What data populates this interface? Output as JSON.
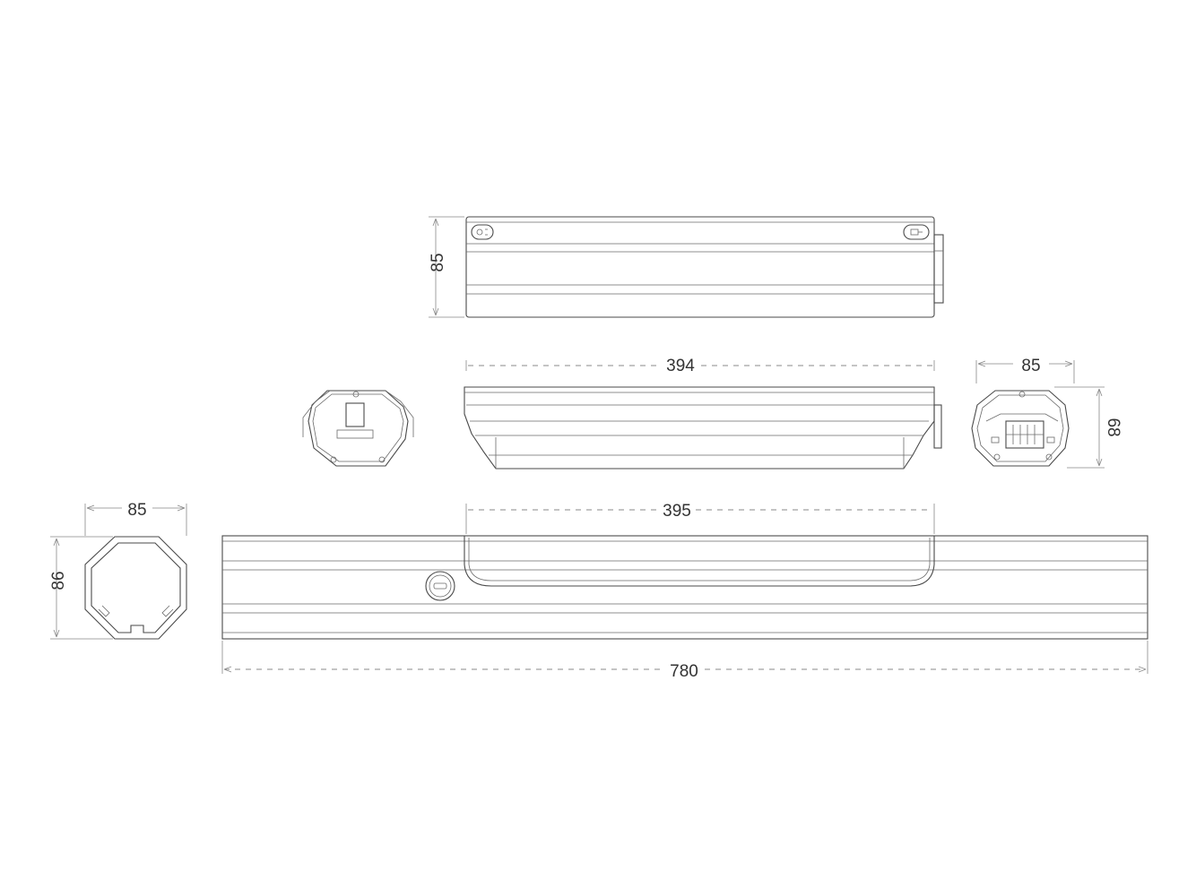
{
  "dimensions": {
    "top_view_height": "85",
    "side_view_length": "394",
    "end_view_width": "85",
    "end_view_height": "68",
    "tube_width": "85",
    "tube_height": "86",
    "cutout_length": "395",
    "tube_length": "780"
  },
  "colors": {
    "line": "#4a4a4a",
    "dimension": "#888888",
    "text": "#333333",
    "background": "#ffffff"
  }
}
